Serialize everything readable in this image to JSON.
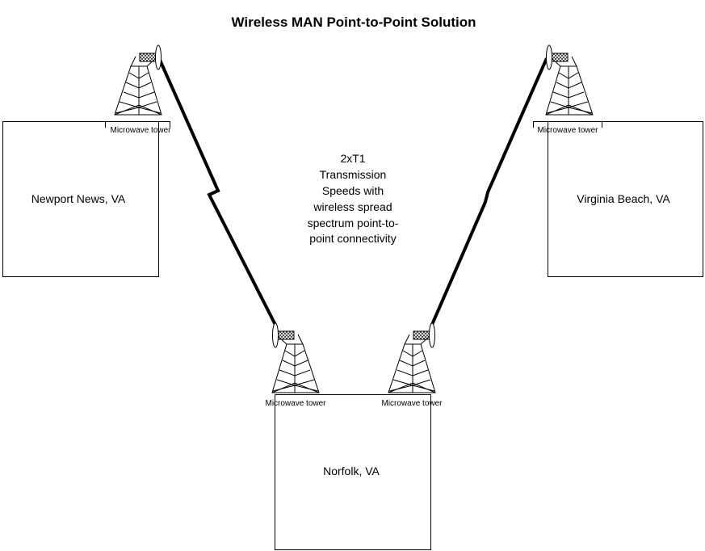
{
  "title": "Wireless MAN Point-to-Point Solution",
  "sites": {
    "newport_news": {
      "name": "Newport News, VA",
      "tower_label": "Microwave tower"
    },
    "virginia_beach": {
      "name": "Virginia Beach, VA",
      "tower_label": "Microwave tower"
    },
    "norfolk": {
      "name": "Norfolk, VA",
      "tower_labels": [
        "Microwave tower",
        "Microwave tower"
      ]
    }
  },
  "link_description": [
    "2xT1",
    "Transmission",
    "Speeds with",
    "wireless spread",
    "spectrum point-to-",
    "point connectivity"
  ],
  "icons": {
    "tower": "microwave-tower-icon",
    "link": "lightning-link-icon"
  }
}
